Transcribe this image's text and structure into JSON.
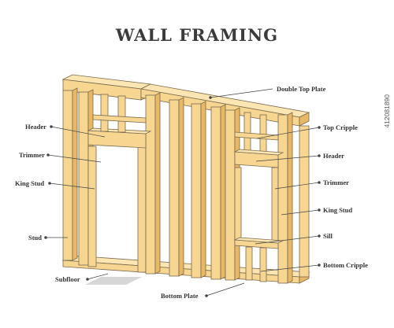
{
  "title": "WALL FRAMING",
  "labels": {
    "double_top_plate": "Double Top Plate",
    "header_left": "Header",
    "top_cripple": "Top Cripple",
    "trimmer_left": "Trimmer",
    "header_right": "Header",
    "king_stud_left": "King Stud",
    "trimmer_right": "Trimmer",
    "king_stud_right": "King Stud",
    "stud": "Stud",
    "sill": "Sill",
    "bottom_cripple": "Bottom Cripple",
    "subfloor": "Subfloor",
    "bottom_plate": "Bottom Plate"
  },
  "watermark": "412081890",
  "colors": {
    "wood_front": "#f6d690",
    "wood_side": "#e9b866",
    "wood_top": "#fbe6b3",
    "outline": "#7a6a4f",
    "leader": "#444444",
    "shadow": "#d6d6d6"
  }
}
